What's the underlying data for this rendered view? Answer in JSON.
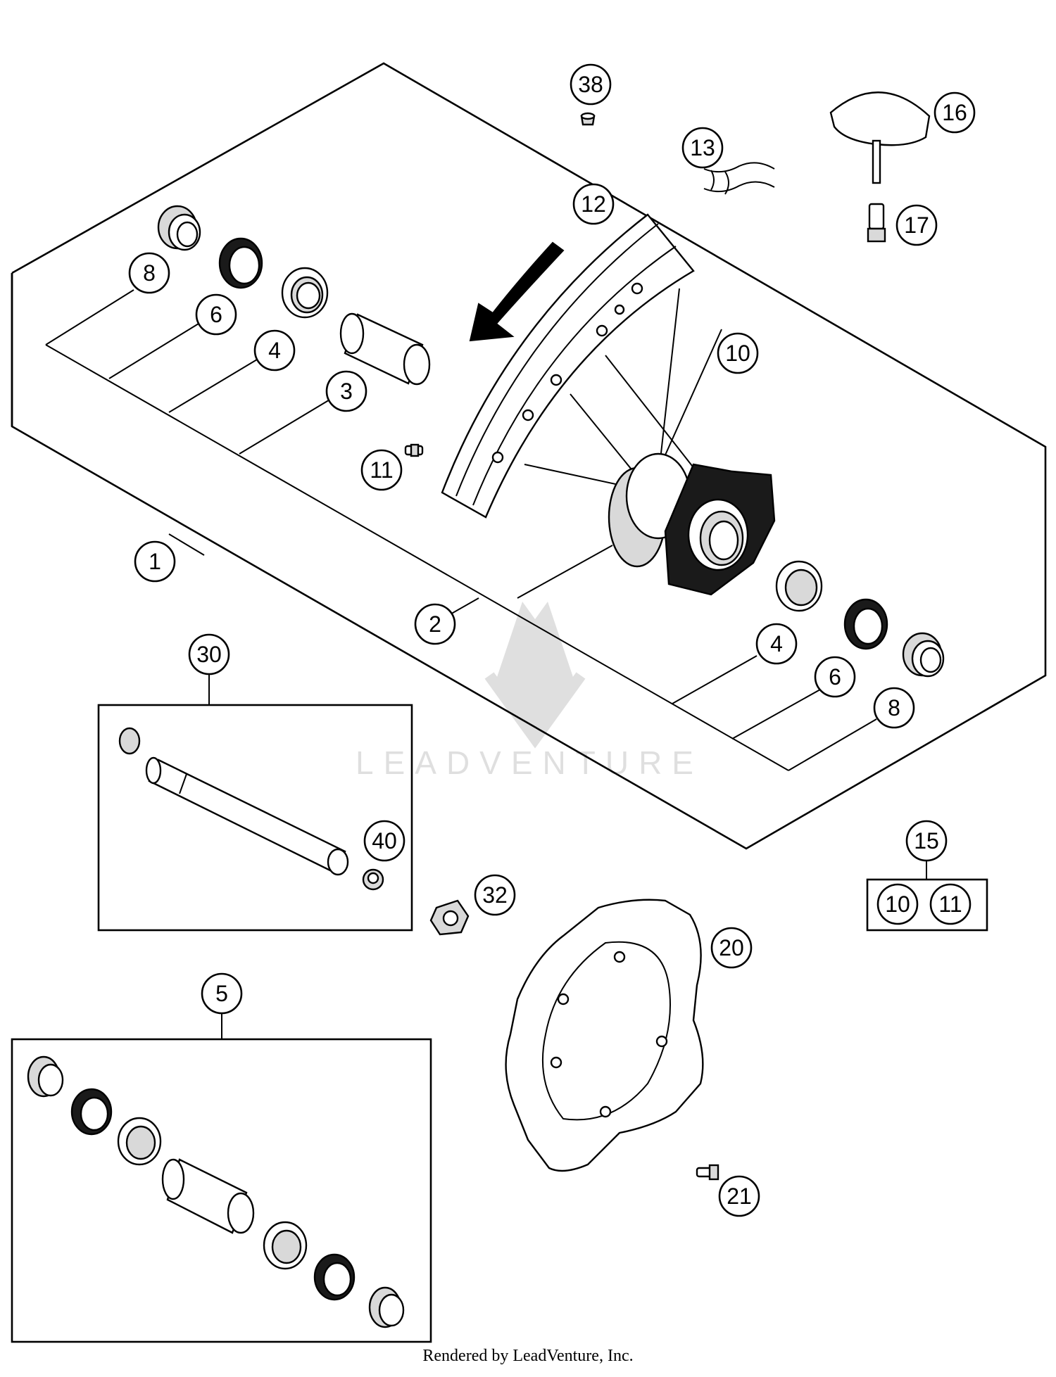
{
  "diagram": {
    "callouts": {
      "c38": "38",
      "c16": "16",
      "c13": "13",
      "c17": "17",
      "c12": "12",
      "c8a": "8",
      "c6a": "6",
      "c4a": "4",
      "c3": "3",
      "c10": "10",
      "c11": "11",
      "c1": "1",
      "c2": "2",
      "c4b": "4",
      "c6b": "6",
      "c8b": "8",
      "c30": "30",
      "c40": "40",
      "c15": "15",
      "c15_10": "10",
      "c15_11": "11",
      "c32": "32",
      "c20": "20",
      "c5": "5",
      "c21": "21"
    },
    "watermark": "LEADVENTURE"
  },
  "footer": {
    "text": "Rendered by LeadVenture, Inc."
  }
}
